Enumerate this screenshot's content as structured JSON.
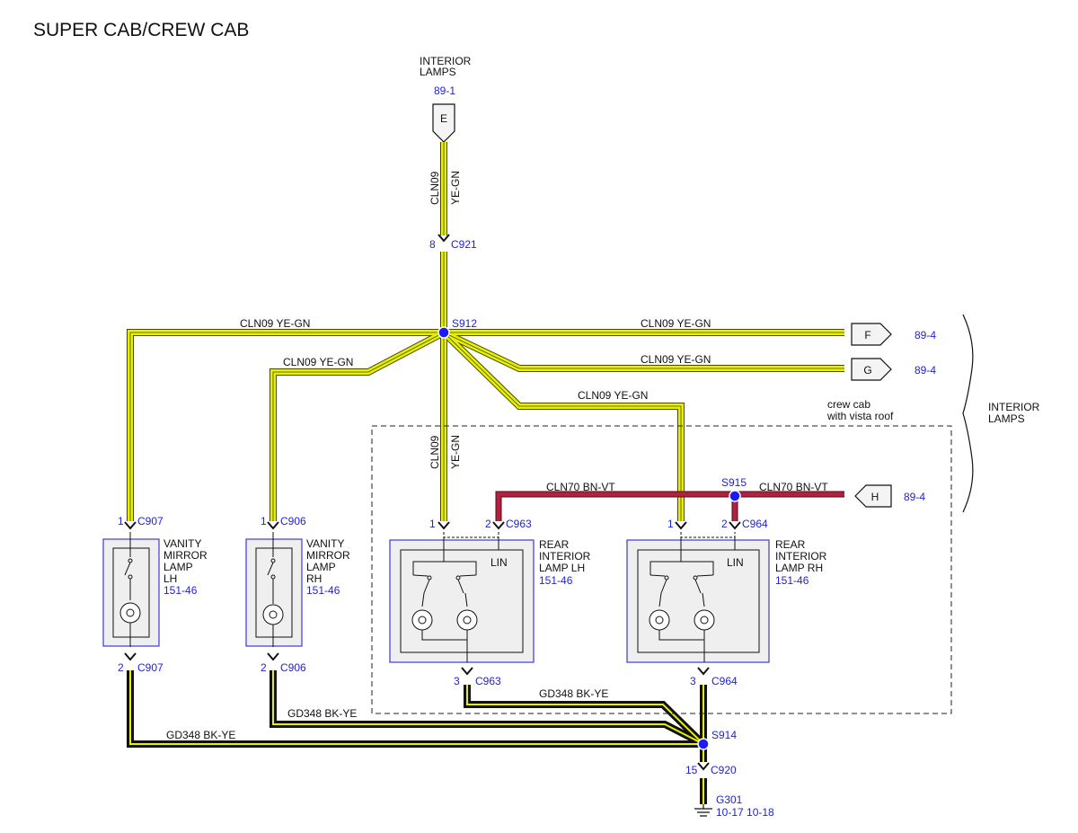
{
  "title": "SUPER CAB/CREW CAB",
  "colors": {
    "wire_yellow": "#e6f000",
    "wire_yellow_edge": "#4a4a00",
    "wire_red": "#b02040",
    "wire_black": "#111111",
    "splice": "#1a1aff",
    "ref_text": "#1f1fd6",
    "box_border": "#3b3bd9",
    "box_fill": "#efefef"
  },
  "top": {
    "label_line1": "INTERIOR",
    "label_line2": "LAMPS",
    "ref": "89-1",
    "connector_letter": "E"
  },
  "wires": {
    "cln09": "CLN09",
    "ye_gn": "YE-GN",
    "cln09_ye_gn": "CLN09  YE-GN",
    "cln70_bn_vt": "CLN70  BN-VT",
    "gd348_bk_ye": "GD348  BK-YE"
  },
  "connectors": {
    "c921": {
      "pin": "8",
      "name": "C921"
    },
    "c907_top": {
      "pin": "1",
      "name": "C907"
    },
    "c907_bot": {
      "pin": "2",
      "name": "C907"
    },
    "c906_top": {
      "pin": "1",
      "name": "C906"
    },
    "c906_bot": {
      "pin": "2",
      "name": "C906"
    },
    "c963_1": {
      "pin": "1"
    },
    "c963_2": {
      "pin": "2",
      "name": "C963"
    },
    "c963_3": {
      "pin": "3",
      "name": "C963"
    },
    "c964_1": {
      "pin": "1"
    },
    "c964_2": {
      "pin": "2",
      "name": "C964"
    },
    "c964_3": {
      "pin": "3",
      "name": "C964"
    },
    "c920": {
      "pin": "15",
      "name": "C920"
    }
  },
  "splices": {
    "s912": "S912",
    "s915": "S915",
    "s914": "S914"
  },
  "offpage": [
    {
      "letter": "F",
      "ref": "89-4"
    },
    {
      "letter": "G",
      "ref": "89-4"
    },
    {
      "letter": "H",
      "ref": "89-4"
    }
  ],
  "bracket_label": {
    "line1": "INTERIOR",
    "line2": "LAMPS"
  },
  "region_label": {
    "line1": "crew cab",
    "line2": "with vista roof"
  },
  "components": {
    "vanity_lh": {
      "lines": [
        "VANITY",
        "MIRROR",
        "LAMP",
        "LH"
      ],
      "ref": "151-46"
    },
    "vanity_rh": {
      "lines": [
        "VANITY",
        "MIRROR",
        "LAMP",
        "RH"
      ],
      "ref": "151-46"
    },
    "rear_lh": {
      "lines": [
        "REAR",
        "INTERIOR",
        "LAMP LH"
      ],
      "ref": "151-46",
      "lin": "LIN"
    },
    "rear_rh": {
      "lines": [
        "REAR",
        "INTERIOR",
        "LAMP RH"
      ],
      "ref": "151-46",
      "lin": "LIN"
    }
  },
  "ground": {
    "name": "G301",
    "refs": "10-17 10-18"
  }
}
